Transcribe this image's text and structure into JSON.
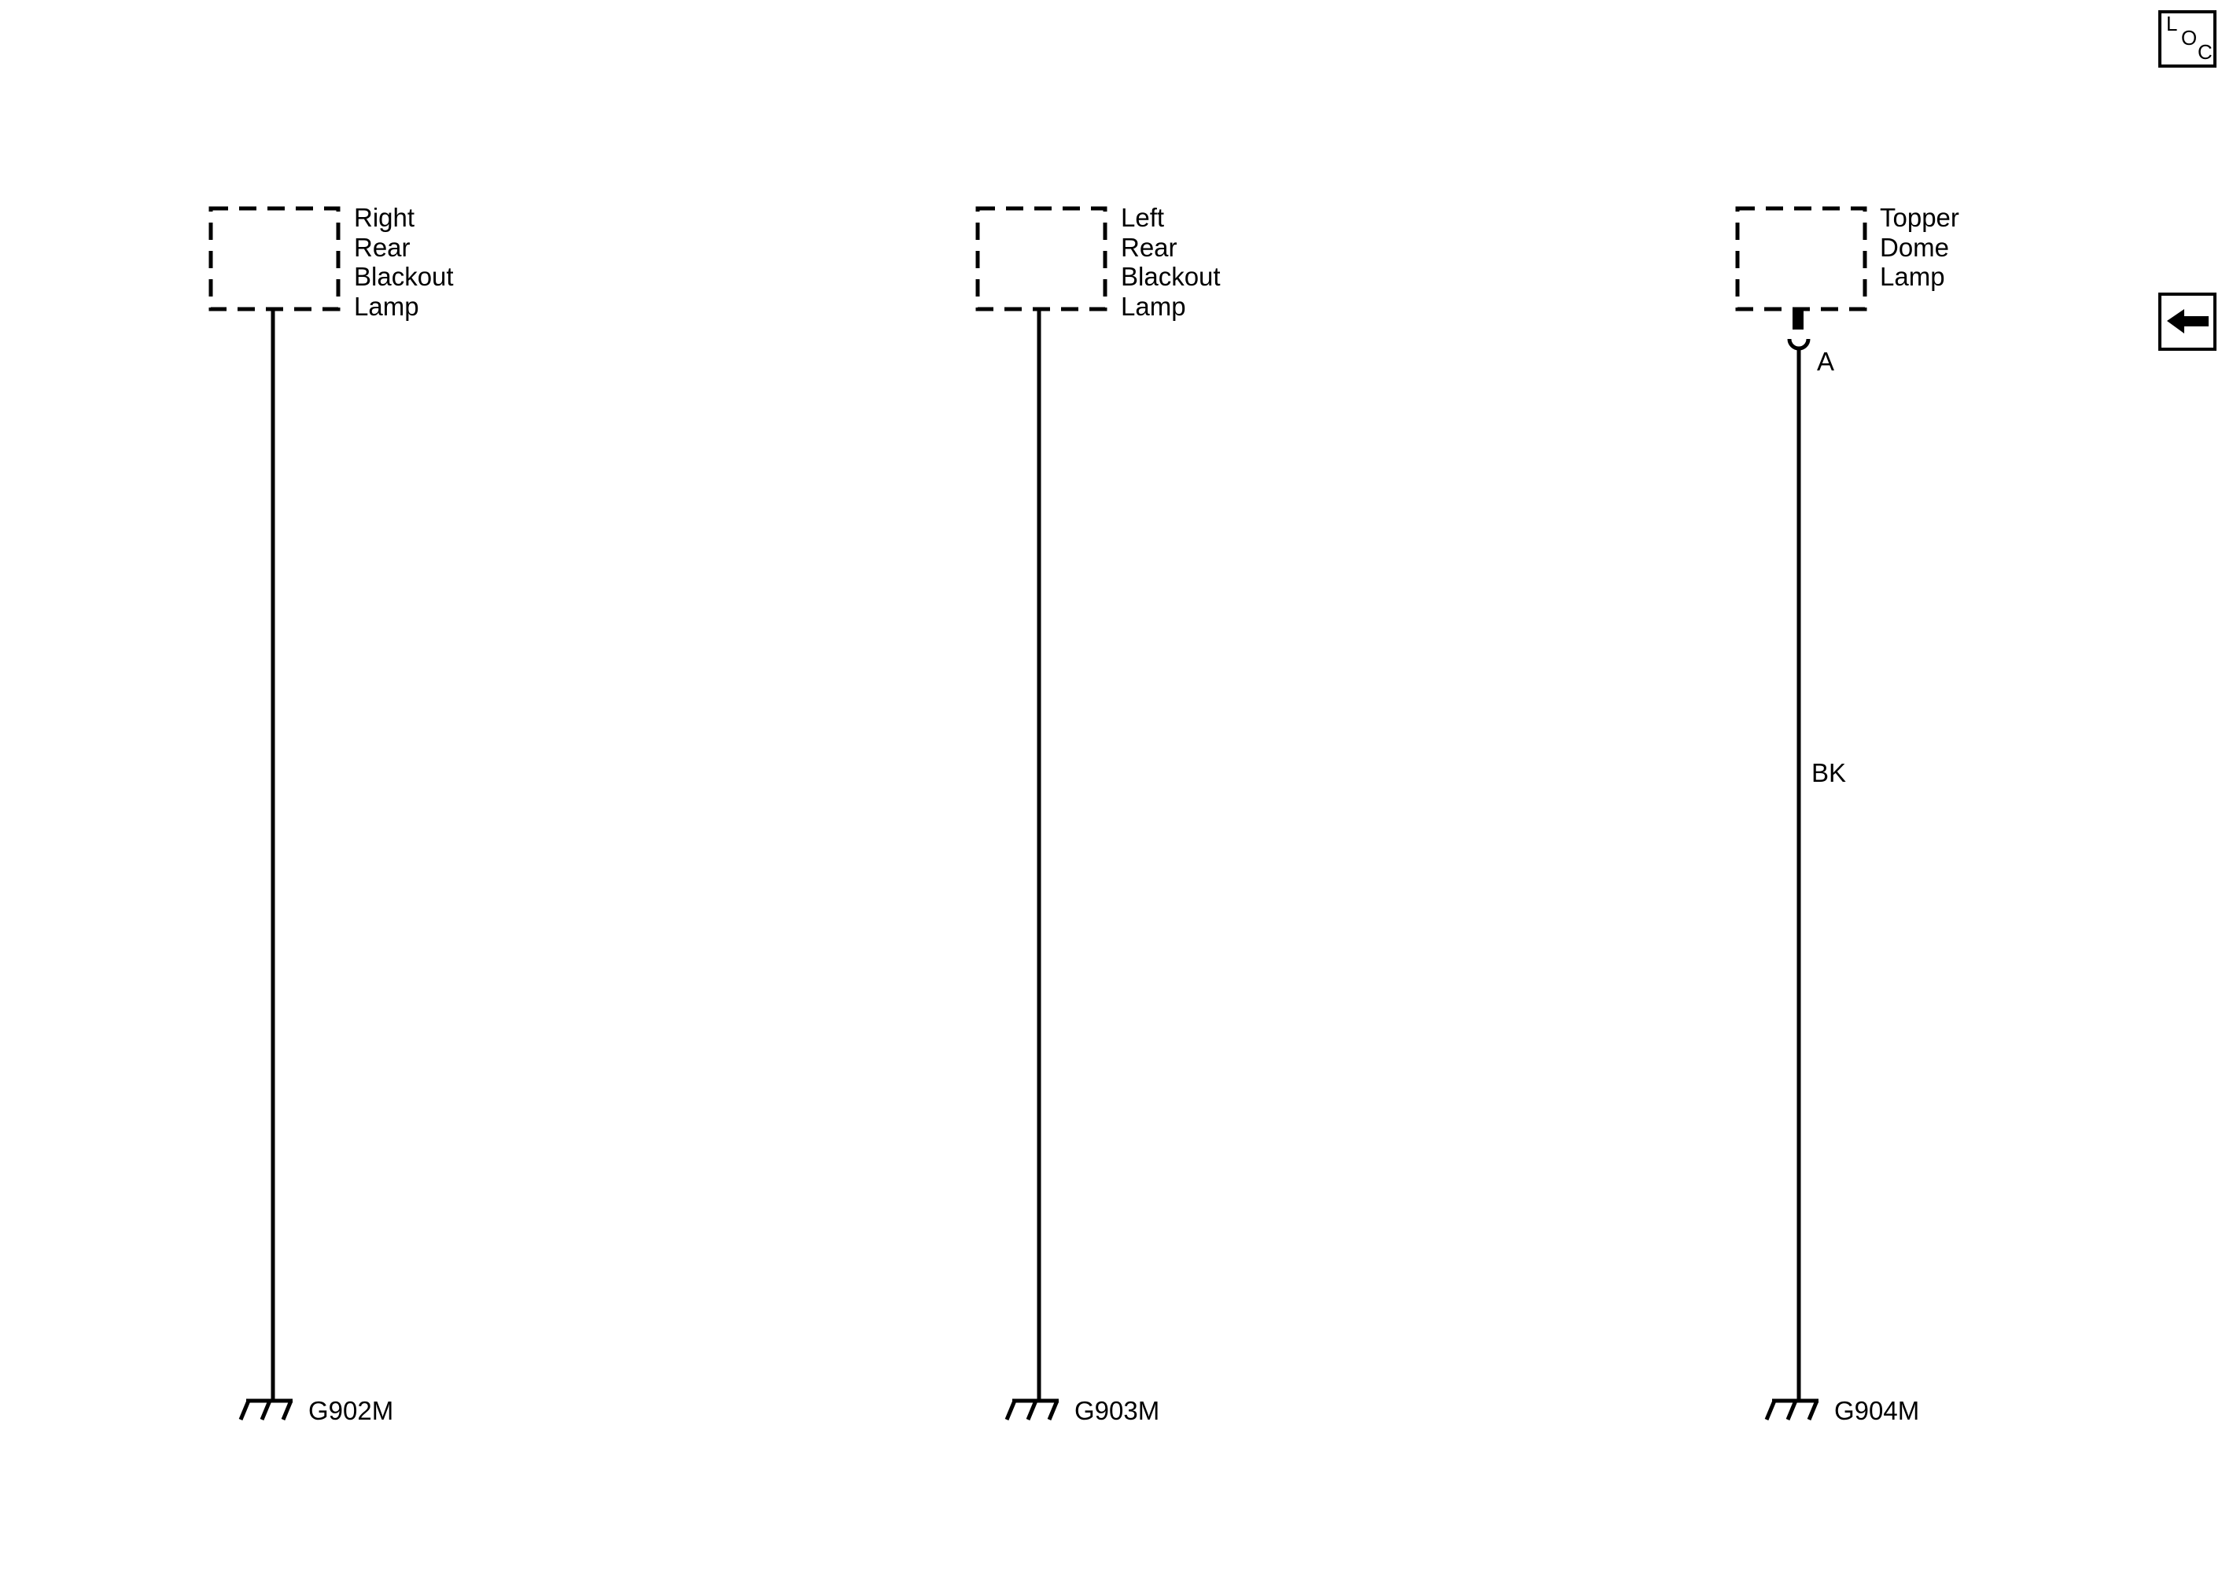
{
  "components": [
    {
      "id": "right-rear-blackout-lamp",
      "label_lines": [
        "Right",
        "Rear",
        "Blackout",
        "Lamp"
      ],
      "ground": "G902M"
    },
    {
      "id": "left-rear-blackout-lamp",
      "label_lines": [
        "Left",
        "Rear",
        "Blackout",
        "Lamp"
      ],
      "ground": "G903M"
    },
    {
      "id": "topper-dome-lamp",
      "label_lines": [
        "Topper",
        "Dome",
        "Lamp"
      ],
      "connector_pin": "A",
      "wire_color": "BK",
      "ground": "G904M"
    }
  ],
  "icons": {
    "loc": {
      "name": "location-icon",
      "letters": [
        "L",
        "O",
        "C"
      ]
    },
    "back": {
      "name": "back-arrow-icon"
    }
  }
}
